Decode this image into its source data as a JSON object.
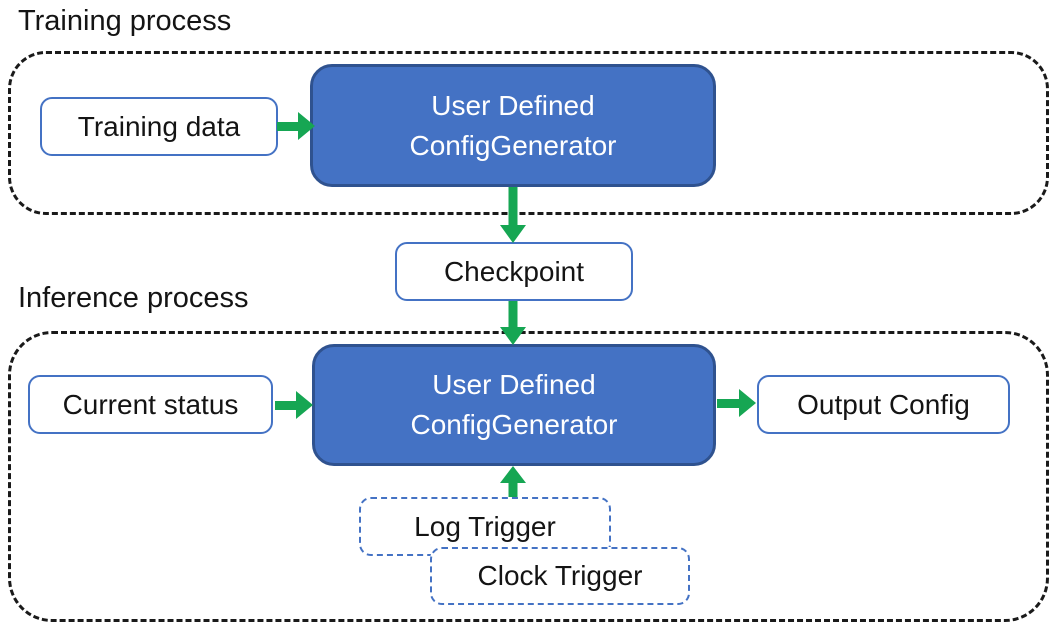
{
  "colors": {
    "generator_fill": "#4472C4",
    "generator_border": "#2F528F",
    "box_border": "#4472C4",
    "arrow_green": "#16A653",
    "container_border": "#1A1A1A",
    "text_dark": "#141414",
    "text_light": "#FFFFFF"
  },
  "training": {
    "title": "Training process",
    "input_label": "Training data",
    "generator_line1": "User Defined",
    "generator_line2": "ConfigGenerator"
  },
  "checkpoint_label": "Checkpoint",
  "inference": {
    "title": "Inference process",
    "input_label": "Current status",
    "generator_line1": "User Defined",
    "generator_line2": "ConfigGenerator",
    "output_label": "Output Config",
    "log_trigger_label": "Log Trigger",
    "clock_trigger_label": "Clock Trigger"
  }
}
